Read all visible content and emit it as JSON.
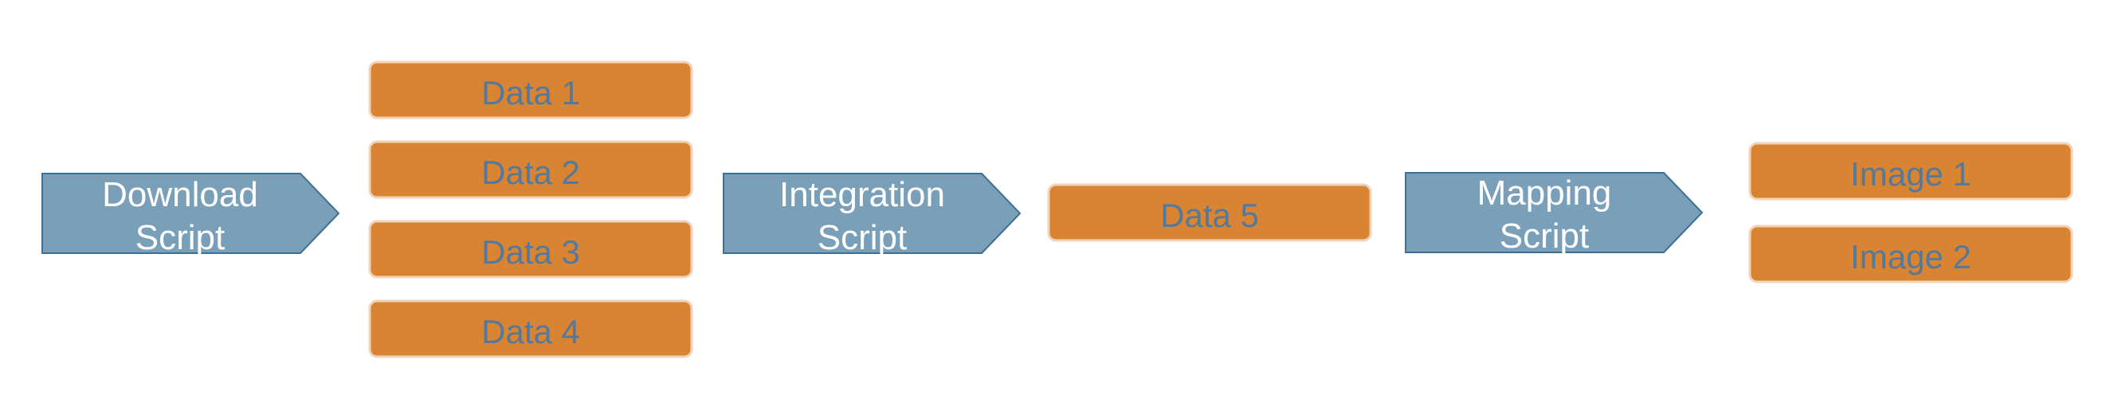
{
  "scripts": [
    {
      "line1": "Download",
      "line2": "Script"
    },
    {
      "line1": "Integration",
      "line2": "Script"
    },
    {
      "line1": "Mapping",
      "line2": "Script"
    }
  ],
  "data": [
    "Data 1",
    "Data 2",
    "Data 3",
    "Data 4",
    "Data 5"
  ],
  "images": [
    "Image 1",
    "Image 2"
  ],
  "colors": {
    "script_fill": "#7aa0b9",
    "script_stroke": "#3f6f93",
    "box_fill": "#d88432",
    "box_stroke": "#f3d3b8",
    "box_text": "#55799a"
  }
}
